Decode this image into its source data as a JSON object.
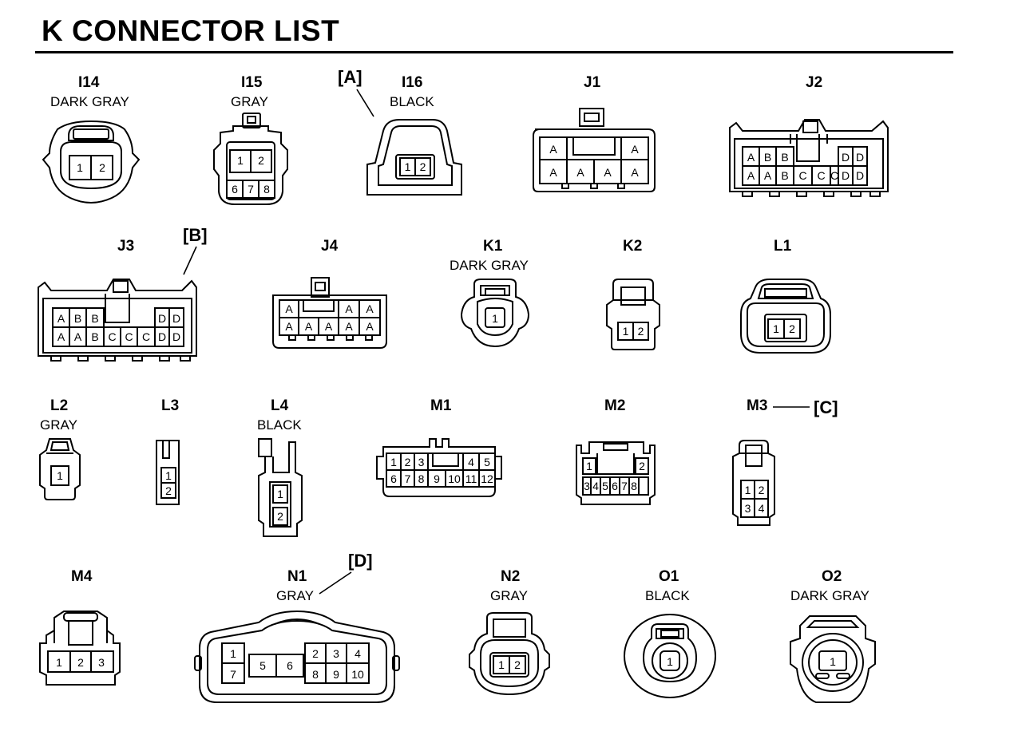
{
  "title": "K  CONNECTOR LIST",
  "callouts": {
    "a": "[A]",
    "b": "[B]",
    "c": "[C]",
    "d": "[D]"
  },
  "connectors": {
    "i14": {
      "id": "I14",
      "color": "DARK GRAY",
      "pins": [
        "1",
        "2"
      ]
    },
    "i15": {
      "id": "I15",
      "color": "GRAY",
      "pins": [
        "1",
        "2",
        "6",
        "7",
        "8"
      ]
    },
    "i16": {
      "id": "I16",
      "color": "BLACK",
      "pins": [
        "1",
        "2"
      ]
    },
    "j1": {
      "id": "J1",
      "pins": [
        "A",
        "A",
        "A",
        "A",
        "A",
        "A"
      ]
    },
    "j2": {
      "id": "J2",
      "pins": [
        "A",
        "B",
        "B",
        "D",
        "D",
        "A",
        "A",
        "B",
        "C",
        "C",
        "C",
        "D",
        "D"
      ]
    },
    "j3": {
      "id": "J3",
      "pins": [
        "A",
        "B",
        "B",
        "D",
        "D",
        "A",
        "A",
        "B",
        "C",
        "C",
        "C",
        "D",
        "D"
      ]
    },
    "j4": {
      "id": "J4",
      "pins": [
        "A",
        "A",
        "A",
        "A",
        "A",
        "A",
        "A",
        "A"
      ]
    },
    "k1": {
      "id": "K1",
      "color": "DARK GRAY",
      "pins": [
        "1"
      ]
    },
    "k2": {
      "id": "K2",
      "pins": [
        "1",
        "2"
      ]
    },
    "l1": {
      "id": "L1",
      "pins": [
        "1",
        "2"
      ]
    },
    "l2": {
      "id": "L2",
      "color": "GRAY",
      "pins": [
        "1"
      ]
    },
    "l3": {
      "id": "L3",
      "pins": [
        "1",
        "2"
      ]
    },
    "l4": {
      "id": "L4",
      "color": "BLACK",
      "pins": [
        "1",
        "2"
      ]
    },
    "m1": {
      "id": "M1",
      "pins": [
        "1",
        "2",
        "3",
        "4",
        "5",
        "6",
        "7",
        "8",
        "9",
        "10",
        "11",
        "12"
      ]
    },
    "m2": {
      "id": "M2",
      "pins": [
        "1",
        "2",
        "3",
        "4",
        "5",
        "6",
        "7",
        "8"
      ]
    },
    "m3": {
      "id": "M3",
      "pins": [
        "1",
        "2",
        "3",
        "4"
      ]
    },
    "m4": {
      "id": "M4",
      "pins": [
        "1",
        "2",
        "3"
      ]
    },
    "n1": {
      "id": "N1",
      "color": "GRAY",
      "pins": [
        "1",
        "7",
        "5",
        "6",
        "2",
        "3",
        "4",
        "8",
        "9",
        "10"
      ]
    },
    "n2": {
      "id": "N2",
      "color": "GRAY",
      "pins": [
        "1",
        "2"
      ]
    },
    "o1": {
      "id": "O1",
      "color": "BLACK",
      "pins": [
        "1"
      ]
    },
    "o2": {
      "id": "O2",
      "color": "DARK GRAY",
      "pins": [
        "1"
      ]
    }
  }
}
